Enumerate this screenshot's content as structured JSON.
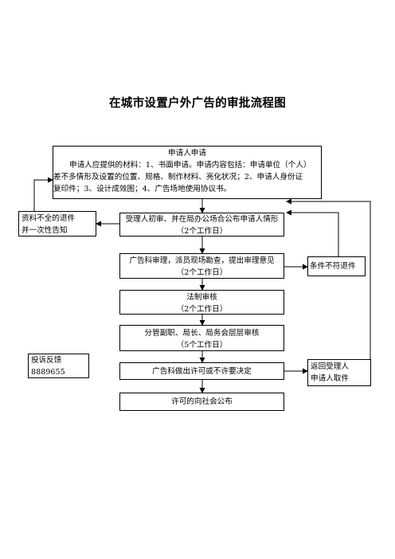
{
  "title": "在城市设置户外广告的审批流程图",
  "nodes": {
    "application": {
      "heading": "申请人申请",
      "lines": [
        "申请人应提供的材料：1、书面申请。申请内容包括：申请单位（个人）",
        "差不多情形及设置的位置、规格、制作材料、亮化状况；2、申请人身份证",
        "复印件；3、设计成效图；4、广告场地使用协议书。"
      ]
    },
    "incomplete": {
      "lines": [
        "资料不全的退件",
        "并一次性告知"
      ]
    },
    "acceptance": {
      "lines": [
        "受理人初审、并在局办公场合公布申请人情形",
        "（2个工作日）"
      ]
    },
    "ad_review": {
      "lines": [
        "广告科审理，派员现场勘查，提出审理意见",
        "（2个工作日）"
      ]
    },
    "unqualified": {
      "lines": [
        "条件不符退件"
      ]
    },
    "legal_review": {
      "lines": [
        "法制审核",
        "（2个工作日）"
      ]
    },
    "leader_review": {
      "lines": [
        "分管副职、局长、局务会层层审核",
        "（5个工作日）"
      ]
    },
    "complaint": {
      "lines": [
        "投诉反馈",
        "8889655"
      ]
    },
    "decision": {
      "lines": [
        "广告科做出许可或不许要决定"
      ]
    },
    "return_pickup": {
      "lines": [
        "返回受理人",
        "申请人取件"
      ]
    },
    "publish": {
      "lines": [
        "许可的向社会公布"
      ]
    }
  }
}
